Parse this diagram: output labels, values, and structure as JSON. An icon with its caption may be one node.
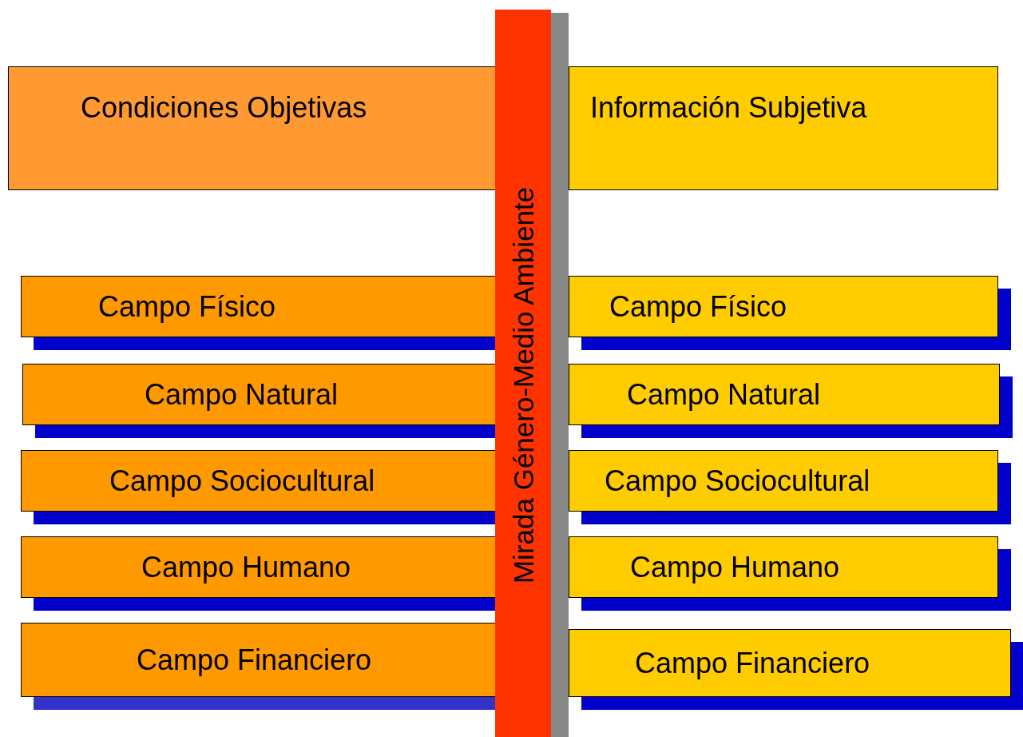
{
  "diagram": {
    "nodes": [
      {
        "text": [
          "Condiciones Objetivas"
        ]
      },
      {
        "text": [
          "Mirada Género-Medio Ambiente"
        ]
      },
      {
        "text": [
          "Información Subjetiva"
        ]
      },
      {
        "text": [
          "Campo Físico"
        ]
      },
      {
        "text": [
          "Campo Natural"
        ]
      },
      {
        "text": [
          "Campo Sociocultural"
        ]
      },
      {
        "text": [
          "Campo Humano"
        ]
      },
      {
        "text": [
          "Campo Financiero"
        ]
      },
      {
        "text": [
          "Campo Físico"
        ]
      },
      {
        "text": [
          "Campo Natural"
        ]
      },
      {
        "text": [
          "Campo Sociocultural"
        ]
      },
      {
        "text": [
          "Campo Humano"
        ]
      },
      {
        "text": [
          "Campo Financiero"
        ]
      }
    ],
    "edges": []
  }
}
